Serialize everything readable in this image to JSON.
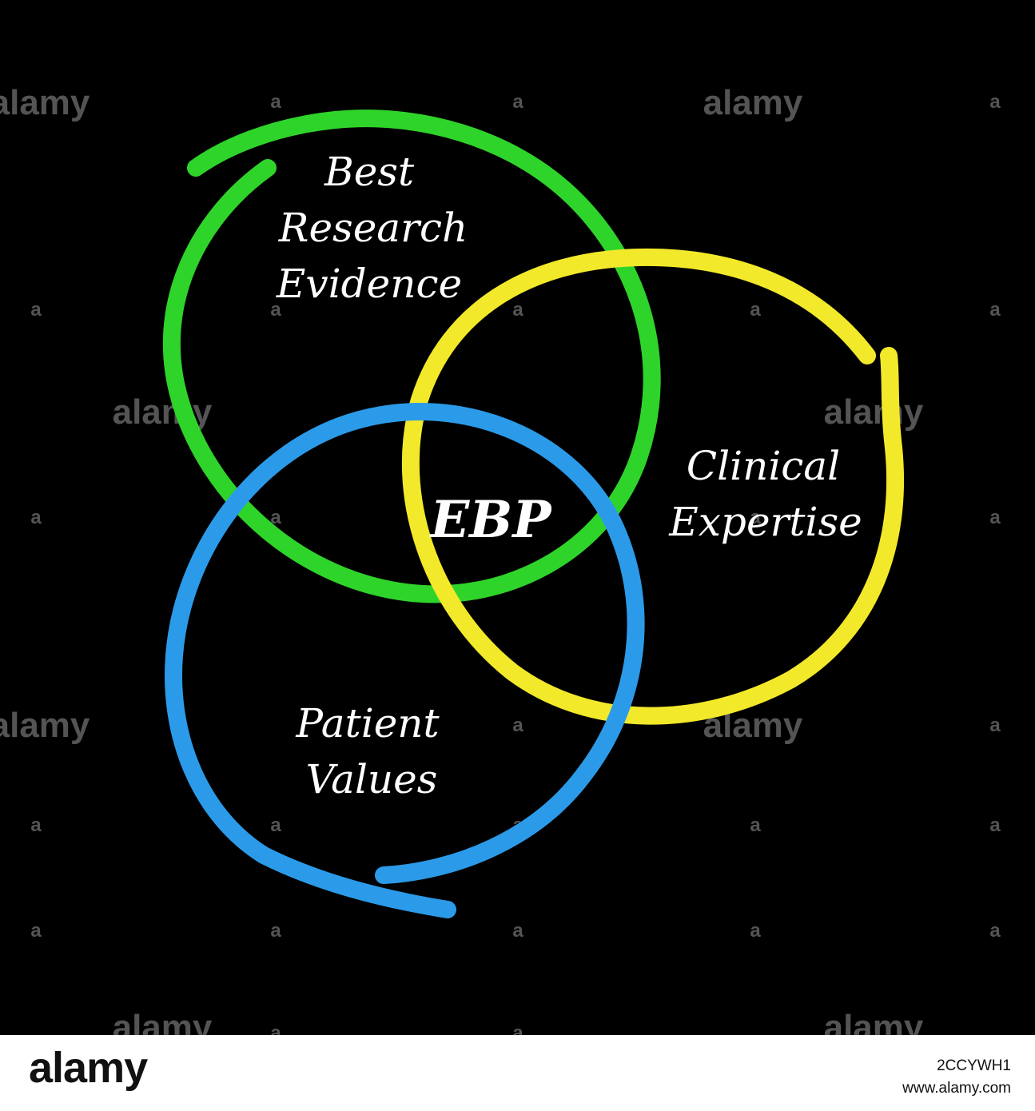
{
  "diagram": {
    "circles": [
      {
        "name": "Best Research Evidence",
        "color": "#2fd42a"
      },
      {
        "name": "Clinical Expertise",
        "color": "#f2e92a"
      },
      {
        "name": "Patient Values",
        "color": "#2b9be9"
      }
    ],
    "labels": {
      "research": [
        "Best",
        "Research",
        "Evidence"
      ],
      "clinical": [
        "Clinical",
        "Expertise"
      ],
      "patient": [
        "Patient",
        "Values"
      ],
      "center": "EBP"
    },
    "background": "#000000"
  },
  "watermark": {
    "text": "alamy",
    "mark": "a"
  },
  "footer": {
    "logo": "alamy",
    "image_id": "2CCYWH1",
    "site": "www.alamy.com"
  }
}
